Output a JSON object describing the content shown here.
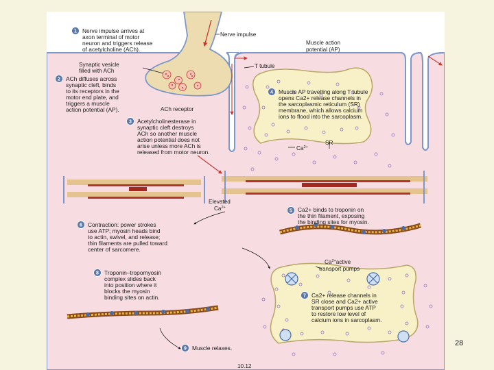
{
  "labels": {
    "nerve_impulse": "Nerve impulse",
    "muscle_ap": [
      "Muscle action",
      "potential (AP)"
    ],
    "t_tubule": "T tubule",
    "synaptic_vesicle": [
      "Synaptic vesicle",
      "filled with ACh"
    ],
    "ach_receptor": "ACh receptor",
    "sr": "SR",
    "ca_released": "Ca",
    "elevated": [
      "Elevated",
      "Ca"
    ],
    "ca_pumps": [
      "Ca",
      "active",
      "transport pumps"
    ],
    "figure_number": "10.12",
    "ca_sup": "2+"
  },
  "steps": [
    {
      "n": "1",
      "lines": [
        "Nerve impulse arrives at",
        "axon terminal of motor",
        "neuron and triggers release",
        "of acetylcholine (ACh)."
      ]
    },
    {
      "n": "2",
      "lines": [
        "ACh diffuses across",
        "synaptic cleft, binds",
        "to its receptors in the",
        "motor end plate, and",
        "triggers a muscle",
        "action potential (AP)."
      ]
    },
    {
      "n": "3",
      "lines": [
        "Acetylcholinesterase in",
        "synaptic cleft destroys",
        "ACh so another muscle",
        "action potential does not",
        "arise unless more ACh is",
        "released from motor neuron."
      ]
    },
    {
      "n": "4",
      "lines": [
        "Muscle AP travelling along T tubule",
        "opens Ca2+ release channels in",
        "the sarcoplasmic reticulum (SR)",
        "membrane, which allows calcium",
        "ions to flood into the sarcoplasm."
      ]
    },
    {
      "n": "5",
      "lines": [
        "Ca2+ binds to troponin on",
        "the thin filament, exposing",
        "the binding sites for myosin."
      ]
    },
    {
      "n": "6",
      "lines": [
        "Contraction: power strokes",
        "use ATP; myosin heads bind",
        "to actin, swivel, and release;",
        "thin filaments are pulled toward",
        "center of sarcomere."
      ]
    },
    {
      "n": "7",
      "lines": [
        "Ca2+ release channels in",
        "SR close and Ca2+ active",
        "transport pumps use ATP",
        "to restore low level of",
        "calcium ions in sarcoplasm."
      ]
    },
    {
      "n": "8",
      "lines": [
        "Troponin–tropomyosin",
        "complex slides back",
        "into position where it",
        "blocks the myosin",
        "binding sites on actin."
      ]
    },
    {
      "n": "9",
      "lines": [
        "Muscle relaxes."
      ]
    }
  ],
  "slide_number": "28",
  "colors": {
    "sarcoplasm": "#f7dde2",
    "membrane": "#7d97c8",
    "sr_fill": "#f8f1c8",
    "sr_edge": "#b9a96a",
    "neuron": "#eddcb0",
    "arrow_red": "#c8372f",
    "badge": "#5b78a8",
    "calcium": "#a184c4"
  }
}
